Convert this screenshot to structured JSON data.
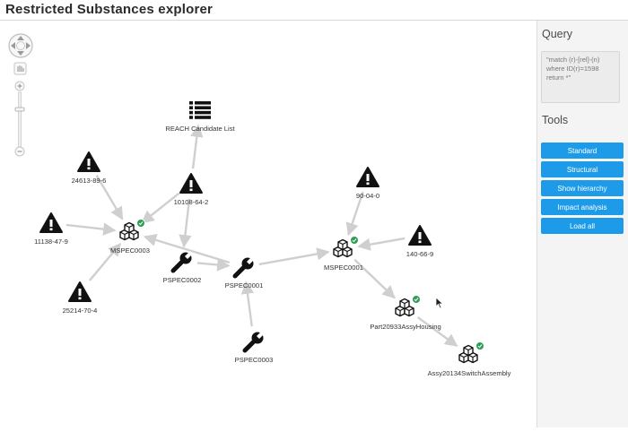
{
  "app": {
    "title": "Restricted Substances explorer"
  },
  "sidebar": {
    "query_heading": "Query",
    "query_text": "\"match (r)-[rel]-(n)\nwhere ID(r)=1598\nreturn *\"",
    "tools_heading": "Tools",
    "tools": [
      {
        "label": "Standard"
      },
      {
        "label": "Structural"
      },
      {
        "label": "Show hierarchy"
      },
      {
        "label": "Impact analysis"
      },
      {
        "label": "Load all"
      }
    ]
  },
  "graph": {
    "nodes": [
      {
        "id": "reach",
        "type": "list",
        "label": "REACH Candidate List"
      },
      {
        "id": "s24613",
        "type": "warning",
        "label": "24613-89-6"
      },
      {
        "id": "s10108",
        "type": "warning",
        "label": "10108-64-2"
      },
      {
        "id": "s11138",
        "type": "warning",
        "label": "11138-47-9"
      },
      {
        "id": "s25214",
        "type": "warning",
        "label": "25214-70-4"
      },
      {
        "id": "s90040",
        "type": "warning",
        "label": "90-04-0"
      },
      {
        "id": "s140",
        "type": "warning",
        "label": "140-66-9"
      },
      {
        "id": "mspec3",
        "type": "material",
        "label": "MSPEC0003",
        "badge": true
      },
      {
        "id": "mspec1",
        "type": "material",
        "label": "MSPEC0001",
        "badge": true
      },
      {
        "id": "part",
        "type": "material",
        "label": "Part20933AssyHousing",
        "badge": true
      },
      {
        "id": "assy",
        "type": "material",
        "label": "Assy20134SwitchAssembly",
        "badge": true
      },
      {
        "id": "pspec2",
        "type": "process",
        "label": "PSPEC0002"
      },
      {
        "id": "pspec1",
        "type": "process",
        "label": "PSPEC0001"
      },
      {
        "id": "pspec3",
        "type": "process",
        "label": "PSPEC0003"
      }
    ],
    "edges": [
      {
        "from": "s10108",
        "to": "reach"
      },
      {
        "from": "s24613",
        "to": "mspec3"
      },
      {
        "from": "s10108",
        "to": "mspec3"
      },
      {
        "from": "s11138",
        "to": "mspec3"
      },
      {
        "from": "s25214",
        "to": "mspec3"
      },
      {
        "from": "s10108",
        "to": "pspec2"
      },
      {
        "from": "pspec1",
        "to": "mspec3"
      },
      {
        "from": "pspec2",
        "to": "pspec1"
      },
      {
        "from": "pspec3",
        "to": "pspec1"
      },
      {
        "from": "pspec1",
        "to": "mspec1"
      },
      {
        "from": "s90040",
        "to": "mspec1"
      },
      {
        "from": "s140",
        "to": "mspec1"
      },
      {
        "from": "mspec1",
        "to": "part"
      },
      {
        "from": "part",
        "to": "assy"
      }
    ]
  },
  "colors": {
    "accent": "#1e9be8",
    "badge": "#2e9e54",
    "edge": "#cfcfcf",
    "icon": "#111111"
  }
}
